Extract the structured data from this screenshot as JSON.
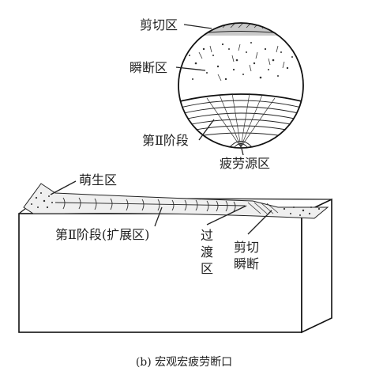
{
  "figure": {
    "caption": "(b) 宏观宏疲劳断口",
    "colors": {
      "ink": "#222222",
      "paper": "#ffffff"
    },
    "cross_section": {
      "labels": {
        "shear": "剪切区",
        "instant": "瞬断区",
        "stage2": "第Ⅱ阶段",
        "fatigue_source": "疲劳源区"
      }
    },
    "specimen": {
      "labels": {
        "initiation": "萌生区",
        "stage2_extension": "第Ⅱ阶段(扩展区)",
        "transition_line1": "过",
        "transition_line2": "渡",
        "transition_line3": "区",
        "shear_instant_line1": "剪切",
        "shear_instant_line2": "瞬断"
      }
    }
  }
}
